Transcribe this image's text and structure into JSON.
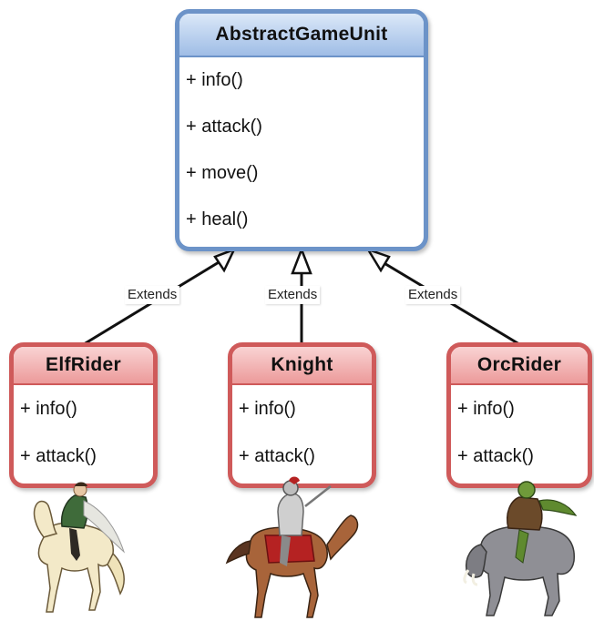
{
  "base_class": {
    "name": "AbstractGameUnit",
    "methods": [
      "+ info()",
      "+ attack()",
      "+ move()",
      "+ heal()"
    ]
  },
  "relationship_label": "Extends",
  "subclasses": [
    {
      "name": "ElfRider",
      "methods": [
        "+ info()",
        "+ attack()"
      ],
      "image": "elf-rider-on-white-horse"
    },
    {
      "name": "Knight",
      "methods": [
        "+ info()",
        "+ attack()"
      ],
      "image": "knight-on-brown-horse"
    },
    {
      "name": "OrcRider",
      "methods": [
        "+ info()",
        "+ attack()"
      ],
      "image": "orc-rider-on-boar"
    }
  ],
  "colors": {
    "base_border": "#6c93c8",
    "base_header": "#9fbde6",
    "sub_border": "#cf5a5a",
    "sub_header": "#ec9a9a"
  }
}
